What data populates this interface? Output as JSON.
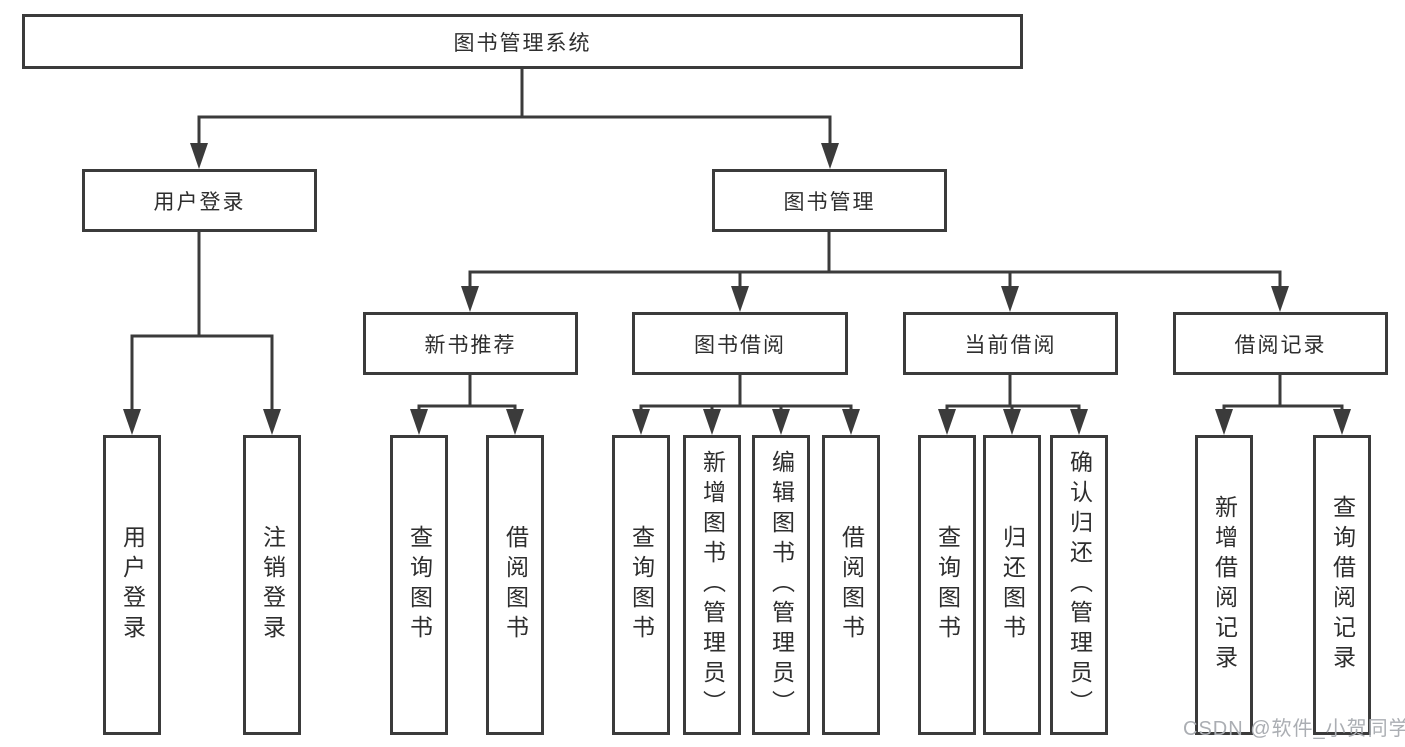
{
  "palette": {
    "border": "#3b3b3b",
    "line": "#3b3b3b",
    "text": "#2e2e2e",
    "watermark_color": "#abaeb3",
    "background": "#ffffff"
  },
  "watermark": {
    "text": "CSDN @软件_小贺同学"
  },
  "tree": {
    "root": {
      "label": "图书管理系统",
      "children": [
        {
          "label": "用户登录",
          "children": [
            {
              "label": "用户登录"
            },
            {
              "label": "注销登录"
            }
          ]
        },
        {
          "label": "图书管理",
          "children": [
            {
              "label": "新书推荐",
              "children": [
                {
                  "label": "查询图书"
                },
                {
                  "label": "借阅图书"
                }
              ]
            },
            {
              "label": "图书借阅",
              "children": [
                {
                  "label": "查询图书"
                },
                {
                  "label": "新增图书（管理员）"
                },
                {
                  "label": "编辑图书（管理员）"
                },
                {
                  "label": "借阅图书"
                }
              ]
            },
            {
              "label": "当前借阅",
              "children": [
                {
                  "label": "查询图书"
                },
                {
                  "label": "归还图书"
                },
                {
                  "label": "确认归还（管理员）"
                }
              ]
            },
            {
              "label": "借阅记录",
              "children": [
                {
                  "label": "新增借阅记录"
                },
                {
                  "label": "查询借阅记录"
                }
              ]
            }
          ]
        }
      ]
    }
  }
}
